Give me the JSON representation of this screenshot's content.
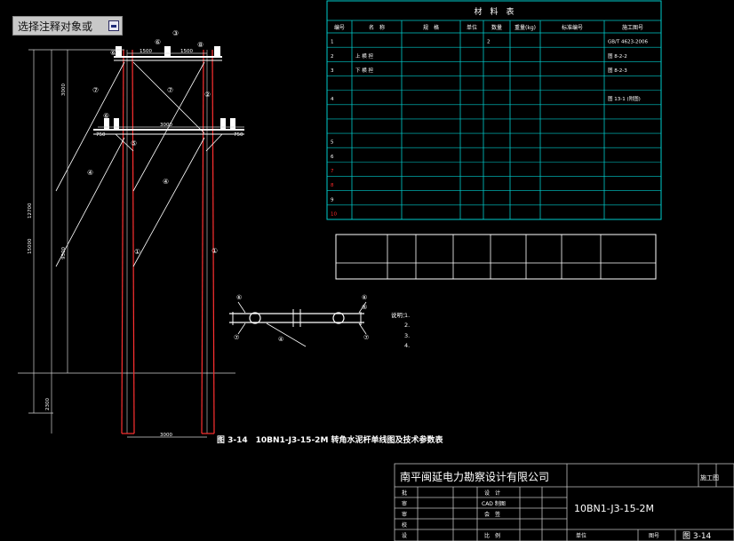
{
  "prompt": {
    "text": "选择注释对象或"
  },
  "materials": {
    "title": "材　料　表",
    "headers": [
      "编号",
      "名　称",
      "规　格",
      "单位",
      "数量",
      "重量(kg)",
      "标准编号",
      "施工图号"
    ],
    "rows": [
      {
        "no": "1",
        "name": "",
        "spec": "",
        "unit": "",
        "qty": "2",
        "weight": "",
        "std": "",
        "drawing": "GB/T 4623-2006",
        "red": false
      },
      {
        "no": "2",
        "name": "上 横 担",
        "spec": "",
        "unit": "",
        "qty": "",
        "weight": "",
        "std": "",
        "drawing": "图 8-2-2",
        "red": false
      },
      {
        "no": "3",
        "name": "下 横 担",
        "spec": "",
        "unit": "",
        "qty": "",
        "weight": "",
        "std": "",
        "drawing": "图 8-2-3",
        "red": false
      },
      {
        "no": "",
        "name": "",
        "spec": "",
        "unit": "",
        "qty": "",
        "weight": "",
        "std": "",
        "drawing": "",
        "red": false
      },
      {
        "no": "4",
        "name": "",
        "spec": "",
        "unit": "",
        "qty": "",
        "weight": "",
        "std": "",
        "drawing": "图 13-1 (附图)",
        "red": false
      },
      {
        "no": "",
        "name": "",
        "spec": "",
        "unit": "",
        "qty": "",
        "weight": "",
        "std": "",
        "drawing": "",
        "red": false
      },
      {
        "no": "",
        "name": "",
        "spec": "",
        "unit": "",
        "qty": "",
        "weight": "",
        "std": "",
        "drawing": "",
        "red": false
      },
      {
        "no": "5",
        "name": "",
        "spec": "",
        "unit": "",
        "qty": "",
        "weight": "",
        "std": "",
        "drawing": "",
        "red": false
      },
      {
        "no": "6",
        "name": "",
        "spec": "",
        "unit": "",
        "qty": "",
        "weight": "",
        "std": "",
        "drawing": "",
        "red": false
      },
      {
        "no": "7",
        "name": "",
        "spec": "",
        "unit": "",
        "qty": "",
        "weight": "",
        "std": "",
        "drawing": "",
        "red": true
      },
      {
        "no": "8",
        "name": "",
        "spec": "",
        "unit": "",
        "qty": "",
        "weight": "",
        "std": "",
        "drawing": "",
        "red": true
      },
      {
        "no": "9",
        "name": "",
        "spec": "",
        "unit": "",
        "qty": "",
        "weight": "",
        "std": "",
        "drawing": "",
        "red": false
      },
      {
        "no": "10",
        "name": "",
        "spec": "",
        "unit": "",
        "qty": "",
        "weight": "",
        "std": "",
        "drawing": "",
        "red": true
      }
    ]
  },
  "params": {
    "headers": [
      "",
      "",
      "",
      "",
      "",
      "",
      "",
      ""
    ],
    "values": [
      "",
      "",
      "",
      "",
      "",
      "",
      "",
      ""
    ]
  },
  "dimensions": {
    "top_left": "1500",
    "top_right": "1500",
    "mid_left": "750",
    "mid_center": "3000",
    "mid_right": "750",
    "bottom": "3000",
    "v_3000": "3000",
    "v_12700": "12700",
    "v_15000": "15000",
    "v_9500": "9500",
    "v_2300": "2300"
  },
  "callouts": {
    "c1_pole_right": "①",
    "c1_pole_left": "①",
    "c2": "②",
    "c3": "③",
    "c4_left": "④",
    "c4_right": "④",
    "c5": "⑤",
    "c6_top_right": "⑥",
    "c6_top_left": "⑥",
    "c6_side": "⑥",
    "c7_left": "⑦",
    "c7_right": "⑦",
    "c8": "⑧",
    "plan_6": "⑥",
    "plan_7": "⑦",
    "plan_4": "④",
    "plan_6b": "⑥",
    "plan_5": "⑤",
    "plan_7b": "⑦"
  },
  "caption": "图 3-14　10BN1-J3-15-2M 转角水泥杆单线图及技术参数表",
  "notes": {
    "label": "说明：",
    "lines": [
      "1.",
      "2.",
      "3.",
      "4.",
      "",
      ""
    ]
  },
  "title_block": {
    "company": "南平闽延电力勘察设计有限公司",
    "project": "",
    "stage": "施工图",
    "roles": [
      "批",
      "审",
      "审",
      "校",
      "设"
    ],
    "roles_right": [
      "设　计",
      "CAD 制图",
      "会　签",
      "比　例"
    ],
    "drawing_code": "10BN1-J3-15-2M",
    "drawing_name": "",
    "unit_label": "单位",
    "figno_label": "图号",
    "figno": "图 3-14"
  },
  "colors": {
    "table_border": "#00cccc",
    "highlight_text": "#ff2a2a",
    "pole_line": "#ff3030",
    "dimension_line": "#d0d0d0",
    "stay_wire": "#ffffff",
    "title_border": "#c0c0c0"
  }
}
